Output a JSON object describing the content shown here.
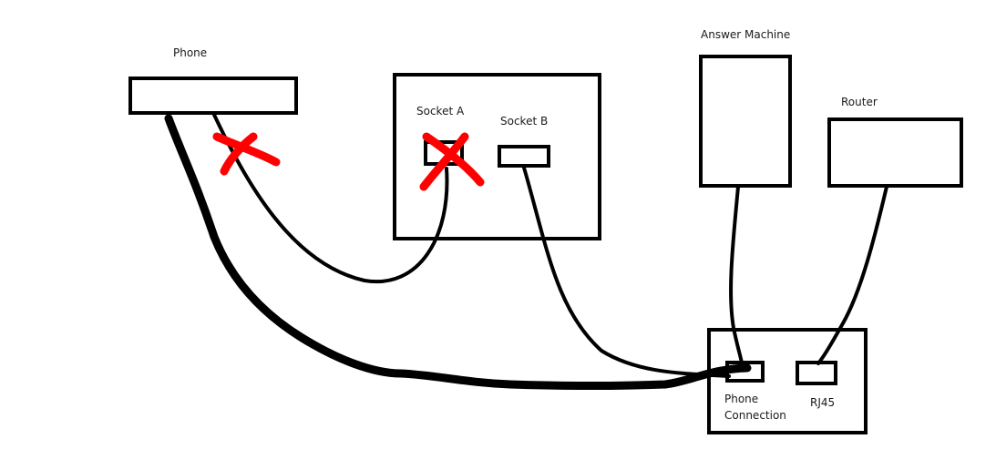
{
  "labels": {
    "phone": "Phone",
    "socket_a": "Socket A",
    "socket_b": "Socket B",
    "answer_machine": "Answer Machine",
    "router": "Router",
    "phone_connection_line1": "Phone",
    "phone_connection_line2": "Connection",
    "rj45": "RJ45"
  },
  "colors": {
    "cross": "#ff0000",
    "line": "#000000"
  }
}
